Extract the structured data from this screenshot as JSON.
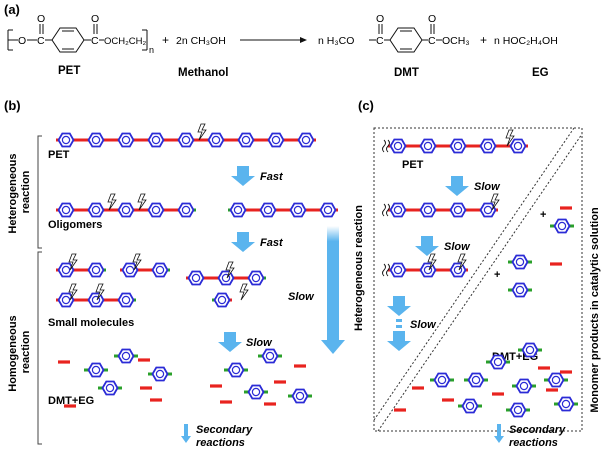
{
  "panel_a": {
    "label": "(a)",
    "pet_formula_left": "O",
    "pet_carbonyl_o": "O",
    "pet_carbonyl_o2": "O",
    "pet_c1": "C",
    "pet_c2": "C",
    "pet_chain": "OCH₂CH₂",
    "pet_n": "n",
    "plus1": "+",
    "methanol_formula": "2n CH₃OH",
    "dmt_left": "n H₃CO",
    "dmt_c1": "C",
    "dmt_c2": "C",
    "dmt_right": "OCH₃",
    "plus2": "+",
    "eg_formula": "n HOC₂H₄OH",
    "pet_name": "PET",
    "methanol_name": "Methanol",
    "dmt_name": "DMT",
    "eg_name": "EG"
  },
  "panel_b": {
    "label": "(b)",
    "heterogeneous": "Heterogeneous reaction",
    "homogeneous": "Homogeneous reaction",
    "pet": "PET",
    "oligomers": "Oligomers",
    "small_molecules": "Small molecules",
    "dmt_eg": "DMT+EG",
    "fast1": "Fast",
    "fast2": "Fast",
    "slow_mid": "Slow",
    "slow_long": "Slow",
    "secondary": "Secondary reactions"
  },
  "panel_c": {
    "label": "(c)",
    "heterogeneous": "Heterogeneous reaction",
    "monomer": "Monomer products in catalytic solution",
    "pet": "PET",
    "slow1": "Slow",
    "slow2": "Slow",
    "slow3": "Slow",
    "plus1": "+",
    "plus2": "+",
    "dmt_eg": "DMT+EG",
    "secondary": "Secondary reactions"
  },
  "colors": {
    "ring": "#2b2bd6",
    "ester": "#e8231f",
    "end_group": "#2aa02a",
    "arrow": "#5ab4ee"
  }
}
